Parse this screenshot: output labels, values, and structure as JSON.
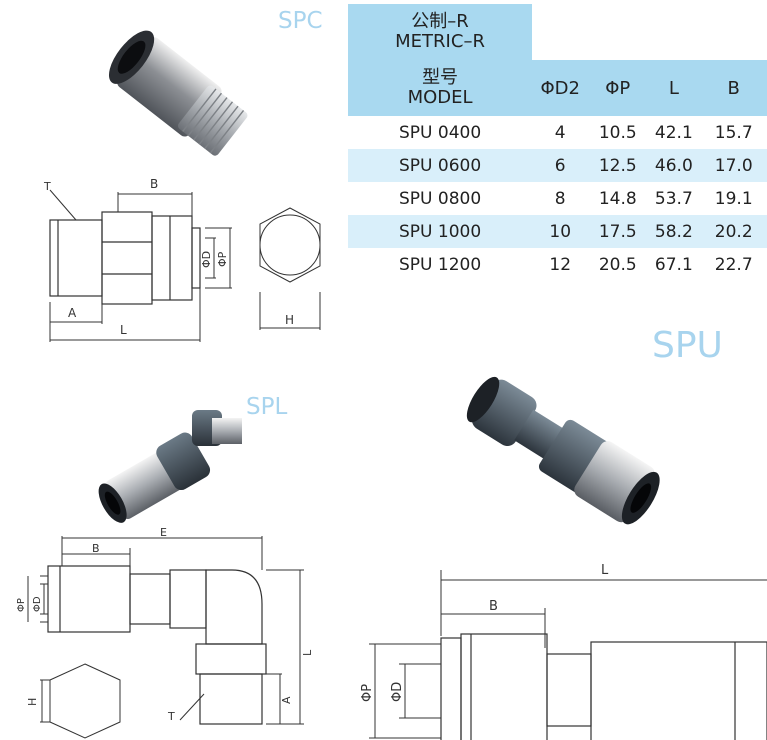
{
  "labels": {
    "spc": "SPC",
    "spl": "SPL",
    "spu": "SPU"
  },
  "table": {
    "header_top": [
      "公制–R",
      "METRIC–R"
    ],
    "header_model": [
      "型号",
      "MODEL"
    ],
    "columns": [
      "ΦD2",
      "ΦP",
      "L",
      "B"
    ],
    "rows": [
      [
        "SPU 0400",
        "4",
        "10.5",
        "42.1",
        "15.7"
      ],
      [
        "SPU 0600",
        "6",
        "12.5",
        "46.0",
        "17.0"
      ],
      [
        "SPU 0800",
        "8",
        "14.8",
        "53.7",
        "19.1"
      ],
      [
        "SPU 1000",
        "10",
        "17.5",
        "58.2",
        "20.2"
      ],
      [
        "SPU 1200",
        "12",
        "20.5",
        "67.1",
        "22.7"
      ]
    ]
  },
  "drawing_labels": {
    "spc": {
      "t": "T",
      "b": "B",
      "p": "ΦP",
      "d": "ΦD",
      "a": "A",
      "l": "L",
      "h": "H"
    },
    "spl": {
      "e": "E",
      "b": "B",
      "p": "ΦP",
      "d": "ΦD",
      "l": "L",
      "h": "H",
      "a": "A",
      "t": "T"
    },
    "spu": {
      "l": "L",
      "b": "B",
      "p": "ΦP",
      "d": "ΦD"
    }
  },
  "colors": {
    "label_blue": "#a8d4ee",
    "header_blue": "#a9d9f0",
    "row_blue": "#d9effa"
  }
}
